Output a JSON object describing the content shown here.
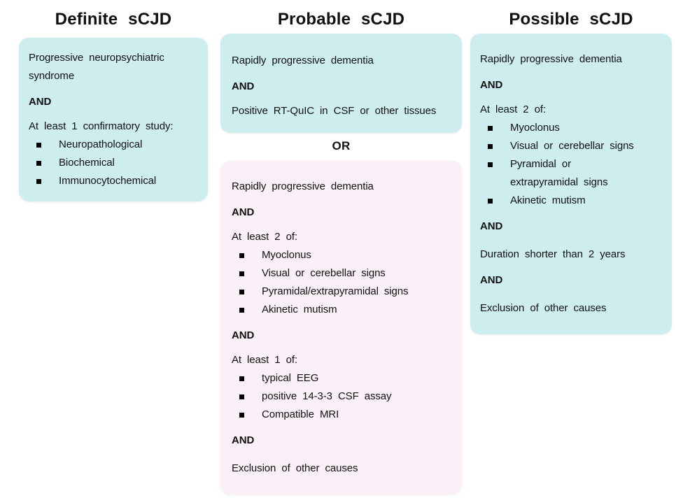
{
  "colors": {
    "box-teal": "#cdedee",
    "box-pink": "#faf0f8",
    "text": "#111111"
  },
  "definite": {
    "header": "Definite sCJD",
    "box": {
      "p1": "Progressive neuropsychiatric syndrome",
      "and1": "AND",
      "p2": "At least 1 confirmatory study:",
      "bullets": [
        "Neuropathological",
        "Biochemical",
        "Immunocytochemical"
      ]
    }
  },
  "probable": {
    "header": "Probable sCJD",
    "box1": {
      "p1": "Rapidly progressive dementia",
      "and1": "AND",
      "p2": "Positive RT-QuIC in CSF or other tissues"
    },
    "or_label": "OR",
    "box2": {
      "p1": "Rapidly progressive dementia",
      "and1": "AND",
      "p2": "At least 2 of:",
      "bullets1": [
        "Myoclonus",
        "Visual or cerebellar signs",
        "Pyramidal/extrapyramidal signs",
        "Akinetic mutism"
      ],
      "and2": "AND",
      "p3": "At least 1 of:",
      "bullets2": [
        "typical EEG",
        "positive 14-3-3 CSF assay",
        "Compatible MRI"
      ],
      "and3": "AND",
      "p4": "Exclusion of other causes"
    }
  },
  "possible": {
    "header": "Possible sCJD",
    "box": {
      "p1": "Rapidly progressive dementia",
      "and1": "AND",
      "p2": "At least 2 of:",
      "bullets": [
        "Myoclonus",
        "Visual or cerebellar signs",
        "Pyramidal or\nextrapyramidal signs",
        "Akinetic mutism"
      ],
      "and2": "AND",
      "p3": "Duration shorter than 2 years",
      "and3": "AND",
      "p4": "Exclusion of other causes"
    }
  }
}
